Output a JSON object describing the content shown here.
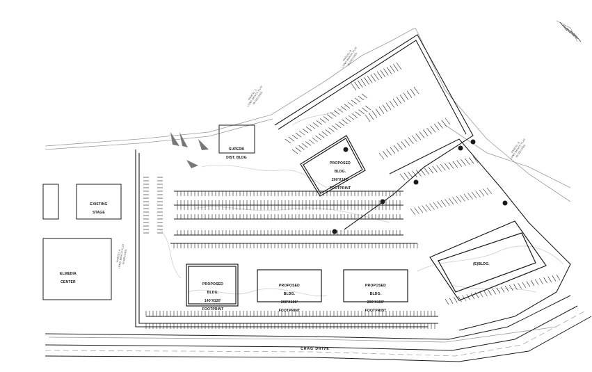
{
  "buildings": {
    "proposed_1": {
      "name": "PROPOSED",
      "type": "BLDG.",
      "size": "200'X100'",
      "note": "FOOTPRINT"
    },
    "proposed_2": {
      "name": "PROPOSED",
      "type": "BLDG.",
      "size": "140'X120'",
      "note": "FOOTPRINT"
    },
    "proposed_3": {
      "name": "PROPOSED",
      "type": "BLDG.",
      "size": "200'X100'",
      "note": "FOOTPRINT"
    },
    "proposed_4": {
      "name": "PROPOSED",
      "type": "BLDG.",
      "size": "200'X100'",
      "note": "FOOTPRINT"
    },
    "existing_east": "(E)BLDG.",
    "stage": {
      "name": "EXISTING",
      "type": "STAGE"
    },
    "media_center": {
      "name": "ELMEDIA",
      "type": "CENTER"
    },
    "super_bldg": {
      "name": "SUPERB",
      "type": "DIST. BLDG"
    }
  },
  "road": {
    "name": "CRAG",
    "suffix": "DRIVE"
  },
  "notes": {
    "note_1": "PARCEL B\nLONG BEACH PLAT\nIN RECORD",
    "note_2": "PARCEL C\nLONG BEACH PLAT\nIN RECORD",
    "note_3": "PARCEL D\nLONG BEACH PLAT\nIN RECORD",
    "note_4": "PARCEL A\nLONG BEACH PLAT\nIN RECORD"
  },
  "colors": {
    "line": "#1a1a1a",
    "light": "#9a9a9a",
    "faint": "#c8c8c8",
    "background": "#ffffff"
  }
}
